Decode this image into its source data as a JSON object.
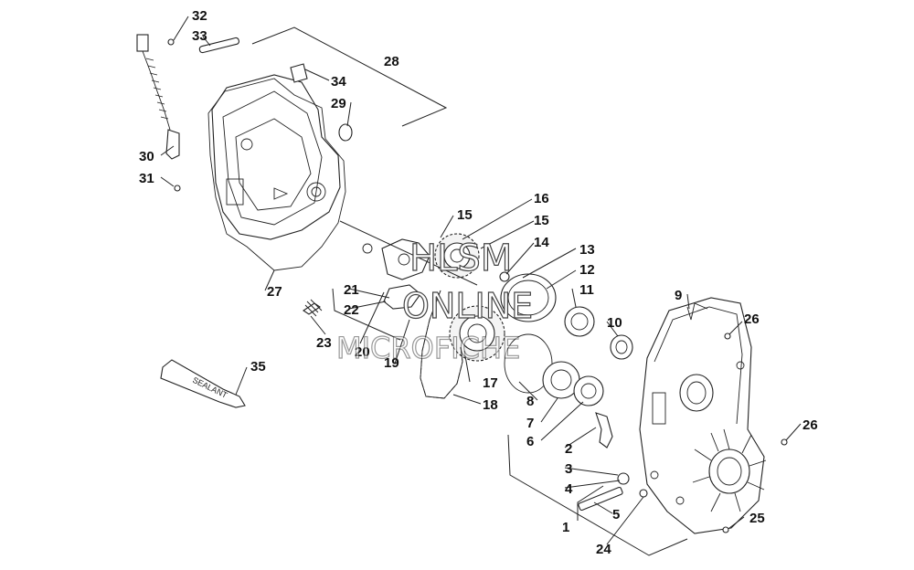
{
  "diagram": {
    "callouts": [
      "1",
      "2",
      "3",
      "4",
      "5",
      "6",
      "7",
      "8",
      "9",
      "10",
      "11",
      "12",
      "13",
      "14",
      "15",
      "15",
      "16",
      "17",
      "18",
      "19",
      "20",
      "21",
      "22",
      "23",
      "24",
      "25",
      "26",
      "26",
      "27",
      "28",
      "29",
      "30",
      "31",
      "32",
      "33",
      "34",
      "35"
    ],
    "tube_text": "SEALANT",
    "watermark": {
      "line1": "HLSM",
      "line2": "ONLINE",
      "line3": "MICROFICHE"
    },
    "colors": {
      "line": "#222222",
      "background": "#ffffff",
      "watermark_outline": "#444444"
    }
  }
}
